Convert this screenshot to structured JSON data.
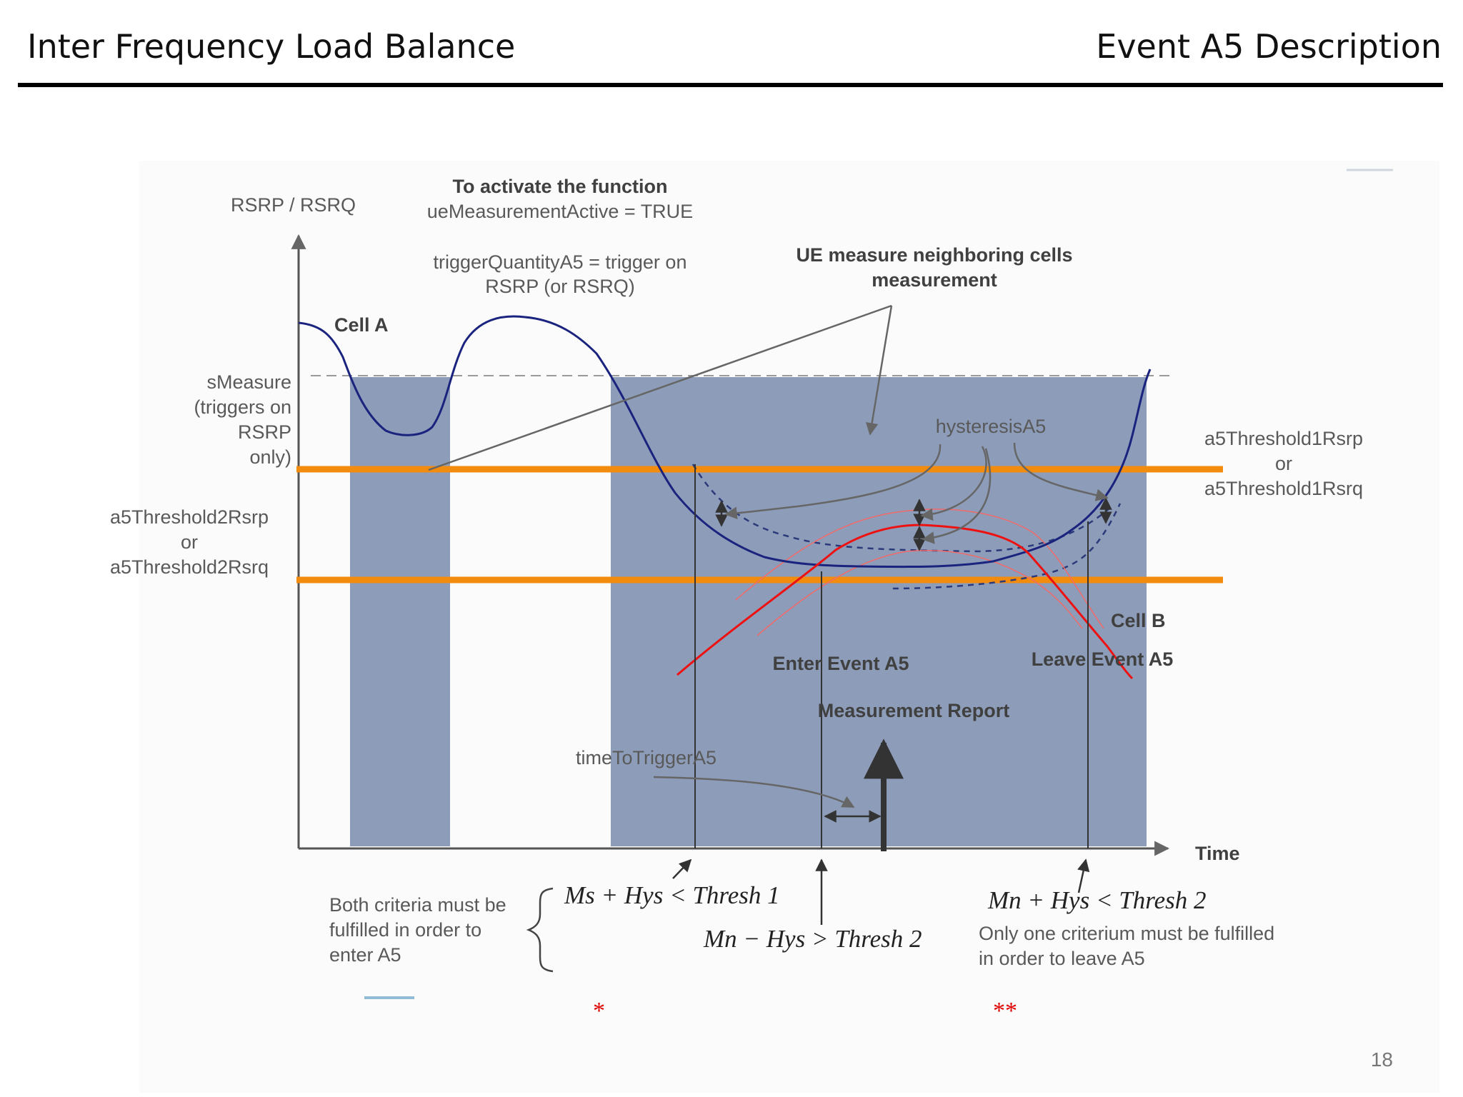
{
  "header": {
    "left_title": "Inter Frequency Load Balance",
    "right_title": "Event A5 Description"
  },
  "diagram": {
    "y_axis_label": "RSRP / RSRQ",
    "x_axis_label": "Time",
    "activate_title": "To activate the function",
    "activate_param": "ueMeasurementActive = TRUE",
    "trigger_quantity_line1": "triggerQuantityA5 = trigger on",
    "trigger_quantity_line2": "RSRP (or RSRQ)",
    "ue_measure_line1": "UE measure neighboring cells",
    "ue_measure_line2": "measurement",
    "cell_a": "Cell A",
    "cell_b": "Cell B",
    "smeasure_lines": [
      "sMeasure",
      "(triggers on",
      "RSRP",
      "only)"
    ],
    "threshold1_lines": [
      "a5Threshold1Rsrp",
      "or",
      "a5Threshold1Rsrq"
    ],
    "threshold2_lines": [
      "a5Threshold2Rsrp",
      "or",
      "a5Threshold2Rsrq"
    ],
    "hysteresis": "hysteresisA5",
    "enter_event": "Enter Event A5",
    "leave_event": "Leave Event A5",
    "measurement_report": "Measurement Report",
    "time_to_trigger": "timeToTriggerA5",
    "both_criteria_lines": [
      "Both criteria must be",
      "fulfilled in order to",
      "enter A5"
    ],
    "formula_enter_1": "Ms + Hys < Thresh 1",
    "formula_enter_2": "Mn − Hys > Thresh 2",
    "formula_leave": "Mn + Hys < Thresh 2",
    "only_one_lines": [
      "Only one criterium must be fulfilled",
      "in order to leave A5"
    ],
    "star_single": "*",
    "star_double": "**",
    "colors": {
      "shade": "#8797b4",
      "threshold": "#f28c0f",
      "cell_a": "#1a237e",
      "cell_b": "#ee1111"
    }
  },
  "page_number": "18"
}
